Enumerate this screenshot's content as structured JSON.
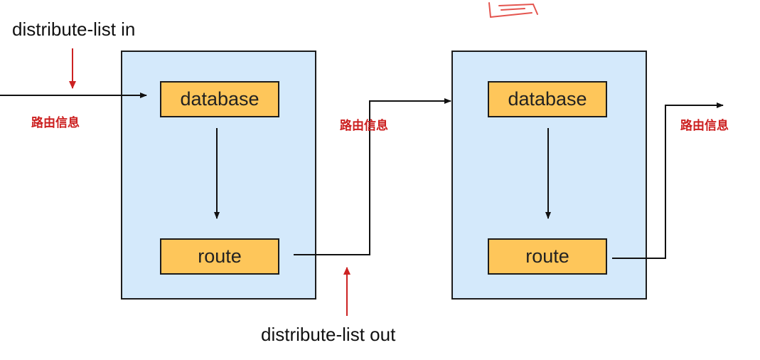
{
  "labels": {
    "distribute_in": "distribute-list in",
    "distribute_out": "distribute-list out",
    "routing_info_1": "路由信息",
    "routing_info_2": "路由信息",
    "routing_info_3": "路由信息"
  },
  "router1": {
    "database": "database",
    "route": "route"
  },
  "router2": {
    "database": "database",
    "route": "route"
  },
  "colors": {
    "router_fill": "#d4e9fb",
    "block_fill": "#fec65a",
    "red_label": "#cc1f1f",
    "red_arrow": "#cc2222"
  }
}
